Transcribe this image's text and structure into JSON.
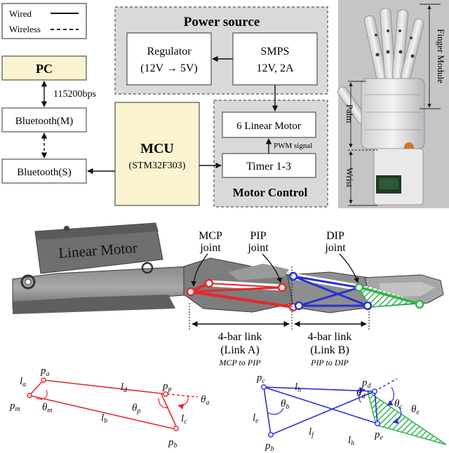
{
  "legend": {
    "wired": "Wired",
    "wireless": "Wireless"
  },
  "block_diagram": {
    "power_source_title": "Power source",
    "regulator": {
      "line1": "Regulator",
      "line2": "(12V → 5V)"
    },
    "smps": {
      "line1": "SMPS",
      "line2": "12V, 2A"
    },
    "pc": "PC",
    "baud": "115200bps",
    "bt_master": "Bluetooth(M)",
    "bt_slave": "Bluetooth(S)",
    "mcu": {
      "line1": "MCU",
      "line2": "(STM32F303)"
    },
    "linear_motor": "6 Linear Motor",
    "pwm": "PWM signal",
    "timer": "Timer 1-3",
    "motor_control_title": "Motor Control"
  },
  "photo_labels": {
    "finger_module": "Finger Module",
    "palm": "Palm",
    "wrist": "Wrist"
  },
  "cad": {
    "linear_motor_label": "Linear Motor",
    "mcp_joint": {
      "line1": "MCP",
      "line2": "joint"
    },
    "pip_joint": {
      "line1": "PIP",
      "line2": "joint"
    },
    "dip_joint": {
      "line1": "DIP",
      "line2": "joint"
    },
    "link_a": {
      "line1": "4-bar link",
      "line2": "(Link A)",
      "line3": "MCP to PIP"
    },
    "link_b": {
      "line1": "4-bar link",
      "line2": "(Link B)",
      "line3": "PIP to DIP"
    }
  },
  "colors": {
    "link_a": "#e8262a",
    "link_b": "#2b2fd6",
    "link_green": "#2fb34a",
    "cream": "#fbf2cf",
    "panel": "#d9d9d9"
  }
}
